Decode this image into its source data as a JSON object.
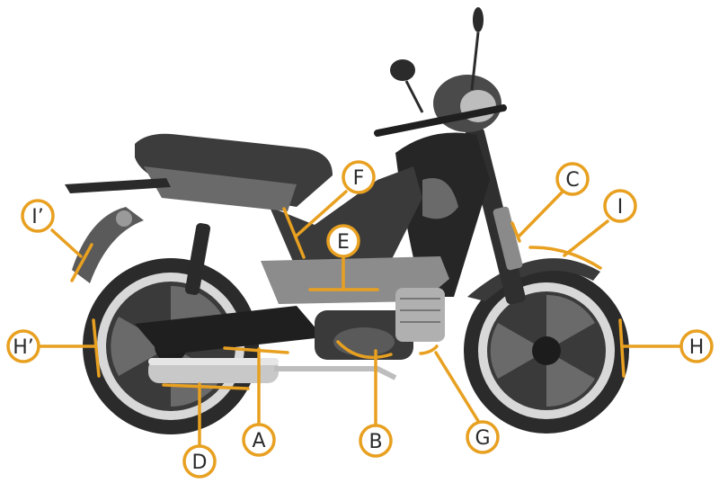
{
  "colors": {
    "accent": "#E8A020",
    "ink": "#2a2a2a",
    "body_dark": "#2b2b2b",
    "body_mid": "#5a5a5a",
    "body_light": "#9a9a9a",
    "chrome": "#c8c8c8"
  },
  "callouts": [
    {
      "id": "a",
      "label": "A",
      "part": "frame-swingarm"
    },
    {
      "id": "b",
      "label": "B",
      "part": "engine-crankcase"
    },
    {
      "id": "c",
      "label": "C",
      "part": "front-fork"
    },
    {
      "id": "d",
      "label": "D",
      "part": "exhaust"
    },
    {
      "id": "e",
      "label": "E",
      "part": "footboard"
    },
    {
      "id": "f",
      "label": "F",
      "part": "frame-tube"
    },
    {
      "id": "g",
      "label": "G",
      "part": "cylinder"
    },
    {
      "id": "h",
      "label": "H",
      "part": "front-tire"
    },
    {
      "id": "h2",
      "label": "H’",
      "part": "rear-tire"
    },
    {
      "id": "i",
      "label": "I",
      "part": "front-fender"
    },
    {
      "id": "i2",
      "label": "I’",
      "part": "rear-fender"
    }
  ]
}
